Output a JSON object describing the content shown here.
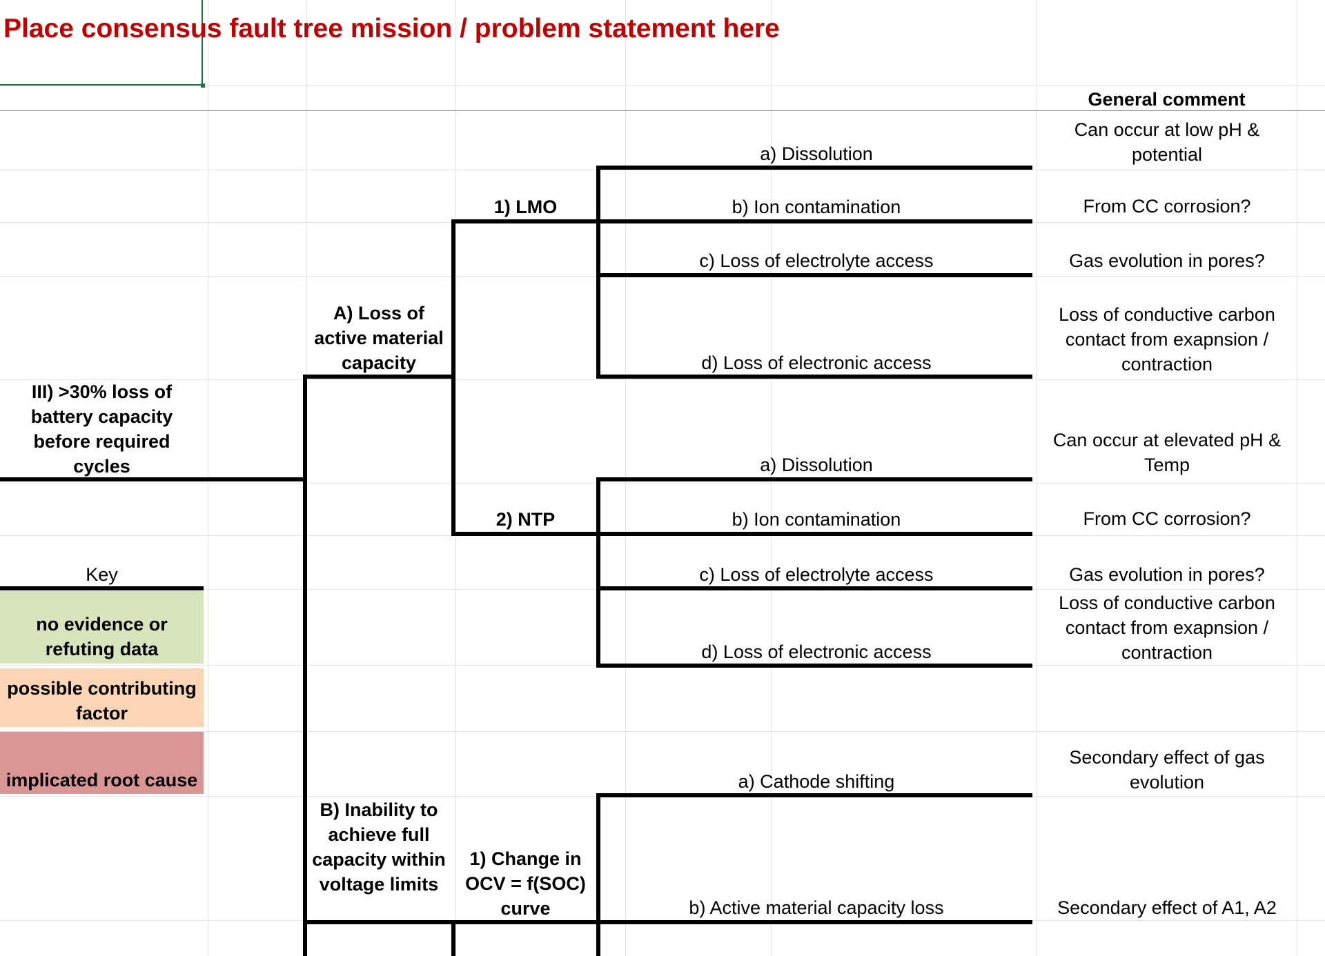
{
  "sheet": {
    "title": "Place consensus fault tree mission / problem statement here",
    "comment_header": "General comment"
  },
  "tree": {
    "top_event": "III) >30% loss of battery capacity before required cycles",
    "branch_a": "A) Loss of active material capacity",
    "branch_b": "B) Inability to achieve full capacity within voltage limits",
    "lmo": "1) LMO",
    "ntp": "2) NTP",
    "ocv": "1) Change in OCV = f(SOC) curve",
    "lmo_causes": [
      "a) Dissolution",
      "b) Ion contamination",
      "c) Loss of electrolyte access",
      "d) Loss of electronic access"
    ],
    "ntp_causes": [
      "a) Dissolution",
      "b) Ion contamination",
      "c) Loss of electrolyte access",
      "d) Loss of electronic access"
    ],
    "ocv_causes": [
      "a) Cathode shifting",
      "b) Active material capacity loss"
    ]
  },
  "comments": {
    "lmo": [
      "Can occur at low pH & potential",
      "From CC corrosion?",
      "Gas evolution in pores?",
      "Loss of conductive carbon contact from exapnsion / contraction"
    ],
    "ntp": [
      "Can occur at elevated pH & Temp",
      "From CC corrosion?",
      "Gas evolution in pores?",
      "Loss of conductive carbon contact from exapnsion / contraction"
    ],
    "ocv": [
      "Secondary effect of gas evolution",
      "Secondary effect of A1, A2"
    ]
  },
  "key": {
    "label": "Key",
    "items": [
      {
        "label": "no evidence or refuting data",
        "color": "#d8e4bc"
      },
      {
        "label": "possible contributing factor",
        "color": "#fcd5b4"
      },
      {
        "label": "implicated root cause",
        "color": "#da9694"
      }
    ]
  }
}
